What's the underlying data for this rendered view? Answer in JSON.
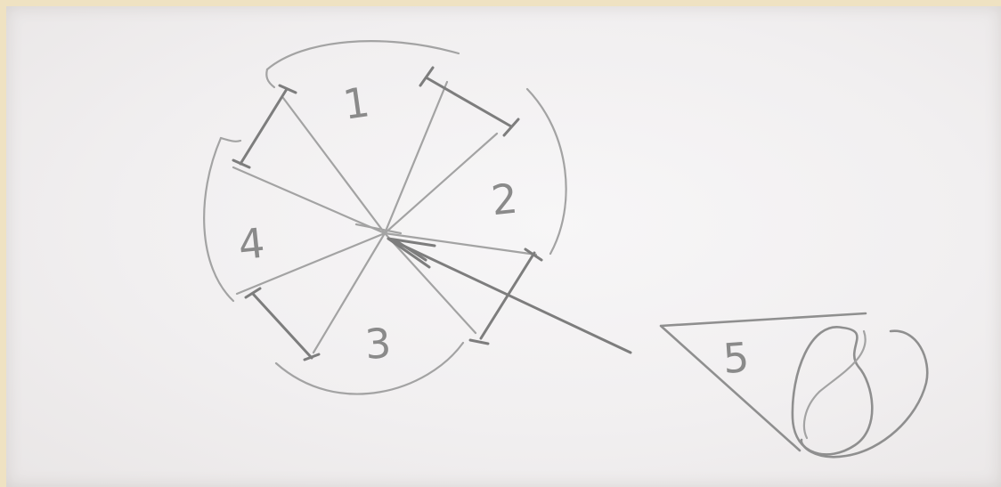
{
  "diagram": {
    "sectors": [
      {
        "id": "1",
        "label": "1"
      },
      {
        "id": "2",
        "label": "2"
      },
      {
        "id": "3",
        "label": "3"
      },
      {
        "id": "4",
        "label": "4"
      }
    ],
    "viewer": {
      "label": "5"
    },
    "colors": {
      "pencil": "#8f8f8f",
      "paper": "#f3f0ee",
      "border": "#efe2c2"
    }
  }
}
